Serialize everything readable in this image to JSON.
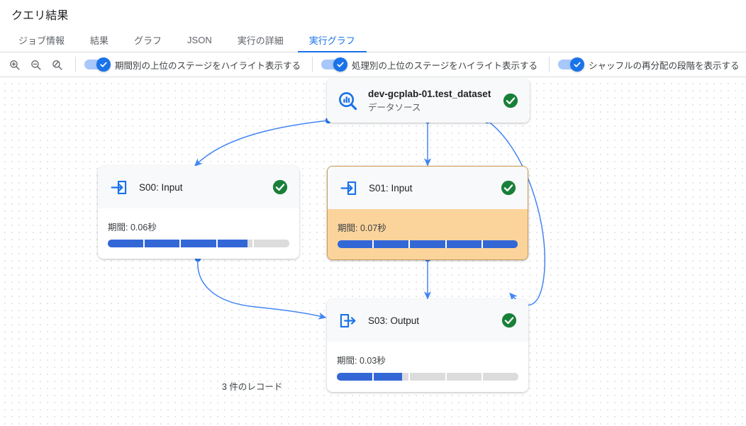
{
  "header": {
    "title": "クエリ結果"
  },
  "tabs": [
    {
      "label": "ジョブ情報",
      "active": false
    },
    {
      "label": "結果",
      "active": false
    },
    {
      "label": "グラフ",
      "active": false
    },
    {
      "label": "JSON",
      "active": false
    },
    {
      "label": "実行の詳細",
      "active": false
    },
    {
      "label": "実行グラフ",
      "active": true
    }
  ],
  "toolbar": {
    "zoom_in_icon": "zoom-in-icon",
    "zoom_out_icon": "zoom-out-icon",
    "zoom_reset_icon": "zoom-reset-icon",
    "toggles": [
      {
        "label": "期間別の上位のステージをハイライト表示する",
        "on": true
      },
      {
        "label": "処理別の上位のステージをハイライト表示する",
        "on": true
      },
      {
        "label": "シャッフルの再分配の段階を表示する",
        "on": true
      }
    ]
  },
  "graph": {
    "nodes": [
      {
        "id": "datasource",
        "title": "dev-gcplab-01.test_dataset",
        "subtitle": "データソース",
        "icon": "data-source-search-icon",
        "status": "success",
        "highlighted": false,
        "has_metric": false
      },
      {
        "id": "s00",
        "title": "S00: Input",
        "icon": "input-arrow-icon",
        "status": "success",
        "highlighted": false,
        "has_metric": true,
        "metric_label": "期間: 0.06秒",
        "metric_percent": 77,
        "metric_segments": 5
      },
      {
        "id": "s01",
        "title": "S01: Input",
        "icon": "input-arrow-icon",
        "status": "success",
        "highlighted": true,
        "has_metric": true,
        "metric_label": "期間: 0.07秒",
        "metric_percent": 100,
        "metric_segments": 5
      },
      {
        "id": "s03",
        "title": "S03: Output",
        "icon": "output-arrow-icon",
        "status": "success",
        "highlighted": false,
        "has_metric": true,
        "metric_label": "期間: 0.03秒",
        "metric_percent": 36,
        "metric_segments": 5
      }
    ],
    "edges": [
      {
        "from": "datasource",
        "to": "s00",
        "label": "3 件のレコード"
      },
      {
        "from": "datasource",
        "to": "s01",
        "label": "3 件のレコード"
      },
      {
        "from": "datasource",
        "to": "s03",
        "label": ""
      },
      {
        "from": "s00",
        "to": "s03",
        "label": "3 件のレコード"
      },
      {
        "from": "s01",
        "to": "s03",
        "label": "3 件のレコード"
      }
    ]
  },
  "colors": {
    "accent": "#1a73e8",
    "bar_fill": "#3367d6",
    "bar_track": "#dcdcdc",
    "highlight_body": "#fbd49c",
    "highlight_border": "#c99a55",
    "status_success": "#188038",
    "edge": "#4285f4"
  }
}
